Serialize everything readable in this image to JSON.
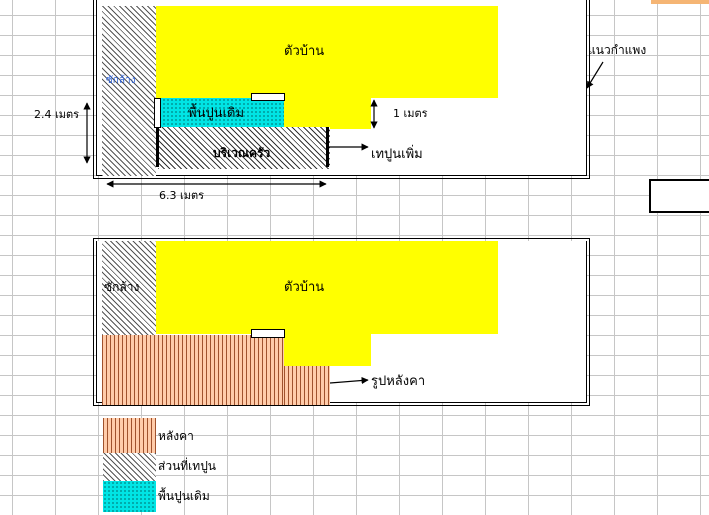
{
  "top_diagram": {
    "house_label": "ตัวบ้าน",
    "wall_label": "แนวกำแพง",
    "wash_area_label": "ซักล้าง",
    "old_floor_label": "พื้นปูนเดิม",
    "kitchen_label": "บริเวณครัว",
    "pour_more_label": "เทปูนเพิ่ม",
    "height_dim_label": "2.4 เมตร",
    "step_dim_label": "1 เมตร",
    "width_dim_label": "6.3 เมตร"
  },
  "bottom_diagram": {
    "house_label": "ตัวบ้าน",
    "wash_area_label": "ซักล้าง",
    "roof_shape_label": "รูปหลังคา"
  },
  "legend": {
    "roof": "หลังคา",
    "poured_part": "ส่วนที่เทปูน",
    "old_floor": "พื้นปูนเดิม"
  },
  "colors": {
    "house": "#ffff00",
    "old_floor": "#00e5e5",
    "roof": "#ffccaa",
    "wash_label_top": "#2a5fd6"
  }
}
